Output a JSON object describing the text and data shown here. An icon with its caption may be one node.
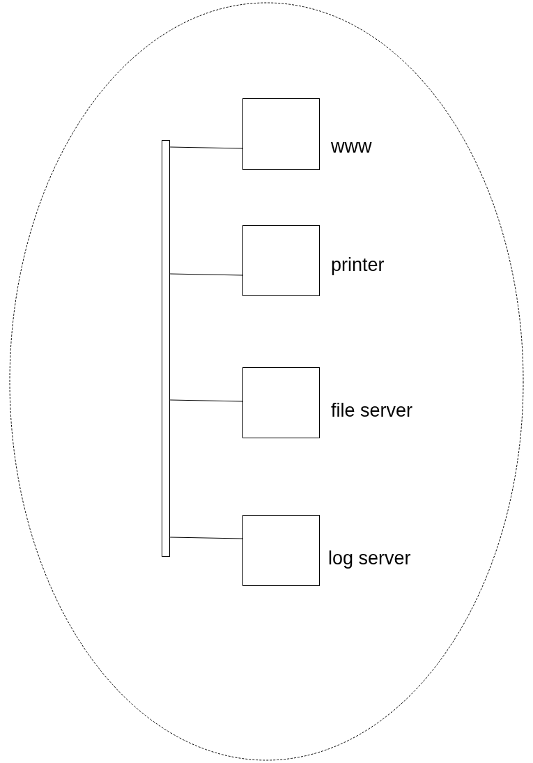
{
  "diagram": {
    "nodes": [
      {
        "text": [],
        "shape": "circle"
      },
      {
        "text": [],
        "shape": "bar",
        "in": 0
      },
      {
        "text": [
          "www"
        ],
        "in": 0
      },
      {
        "text": [
          "printer"
        ],
        "in": 0
      },
      {
        "text": [
          "file server"
        ],
        "in": 0
      },
      {
        "text": [
          "log server"
        ],
        "in": 0
      }
    ],
    "edges": [
      {
        "from": 1,
        "to": 2,
        "arrow": "none"
      },
      {
        "from": 1,
        "to": 3,
        "arrow": "none"
      },
      {
        "from": 1,
        "to": 4,
        "arrow": "none"
      },
      {
        "from": 1,
        "to": 5,
        "arrow": "none"
      }
    ]
  }
}
